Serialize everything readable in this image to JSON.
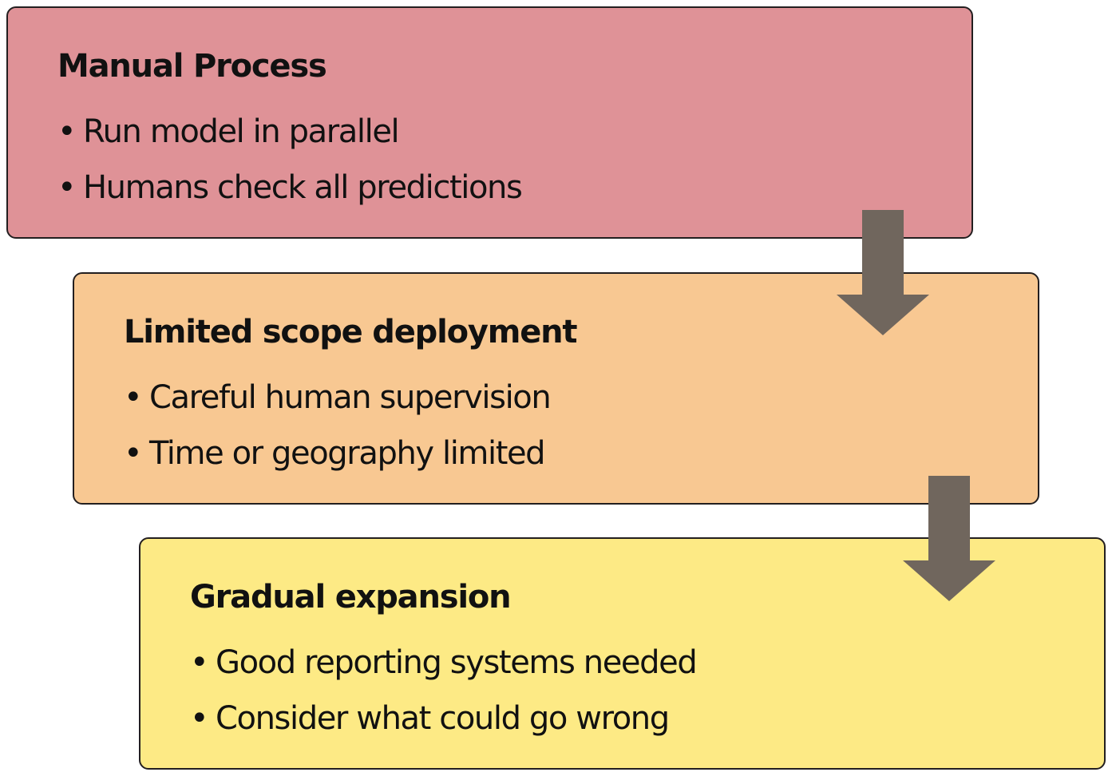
{
  "colors": {
    "stage_1": "#df9297",
    "stage_2": "#f8c892",
    "stage_3": "#fdea85",
    "arrow": "#70665d",
    "border": "#231f20"
  },
  "stages": [
    {
      "title": "Manual Process",
      "bullets": [
        "Run model in parallel",
        "Humans check all predictions"
      ]
    },
    {
      "title": "Limited scope deployment",
      "bullets": [
        "Careful human supervision",
        "Time or geography limited"
      ]
    },
    {
      "title": "Gradual expansion",
      "bullets": [
        "Good reporting systems needed",
        "Consider what could go wrong"
      ]
    }
  ],
  "arrows": [
    {
      "icon": "down-arrow-icon"
    },
    {
      "icon": "down-arrow-icon"
    }
  ]
}
